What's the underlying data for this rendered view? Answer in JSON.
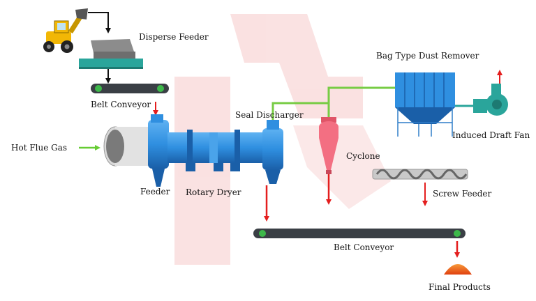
{
  "labels": {
    "disperse_feeder": "Disperse Feeder",
    "belt_conveyor_top": "Belt Conveyor",
    "hot_flue_gas": "Hot Flue Gas",
    "feeder": "Feeder",
    "rotary_dryer": "Rotary Dryer",
    "seal_discharger": "Seal Discharger",
    "cyclone": "Cyclone",
    "bag_type_dust_remover": "Bag Type Dust Remover",
    "induced_draft_fan": "Induced Draft Fan",
    "screw_feeder": "Screw Feeder",
    "belt_conveyor_bottom": "Belt Conveyor",
    "final_products": "Final Products"
  },
  "colors": {
    "equipment_blue": "#2f8fe0",
    "equipment_dark": "#1a5fa8",
    "material_flow_arrow": "#e41e1e",
    "gas_flow_arrow": "#66cc33",
    "gas_duct": "#77cc44",
    "conveyor_belt": "#3a3f45",
    "conveyor_roller": "#3db84a",
    "cyclone_pink": "#f36f82",
    "fan_teal": "#2aa59b",
    "product_pile": "#f05a1a",
    "loader_yellow": "#f2b705",
    "watermark": "#f6caca"
  }
}
